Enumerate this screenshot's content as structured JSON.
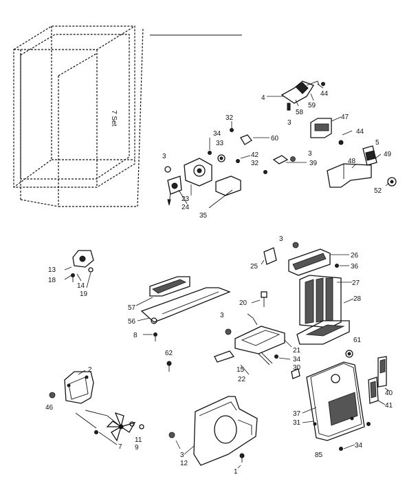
{
  "handwritten_note": "7 Set",
  "labels": [
    {
      "id": "l4a",
      "text": "4"
    },
    {
      "id": "l44a",
      "text": "44"
    },
    {
      "id": "l3a",
      "text": "3"
    },
    {
      "id": "l58",
      "text": "58"
    },
    {
      "id": "l59",
      "text": "59"
    },
    {
      "id": "l47",
      "text": "47"
    },
    {
      "id": "l44b",
      "text": "44"
    },
    {
      "id": "l32a",
      "text": "32"
    },
    {
      "id": "l34a",
      "text": "34"
    },
    {
      "id": "l60",
      "text": "60"
    },
    {
      "id": "l33",
      "text": "33"
    },
    {
      "id": "l3b",
      "text": "3"
    },
    {
      "id": "l42",
      "text": "42"
    },
    {
      "id": "l32b",
      "text": "32"
    },
    {
      "id": "l3c",
      "text": "3"
    },
    {
      "id": "l39",
      "text": "39"
    },
    {
      "id": "l5",
      "text": "5"
    },
    {
      "id": "l49",
      "text": "49"
    },
    {
      "id": "l48",
      "text": "48"
    },
    {
      "id": "l52",
      "text": "52"
    },
    {
      "id": "l23",
      "text": "23"
    },
    {
      "id": "l24",
      "text": "24"
    },
    {
      "id": "l35",
      "text": "35"
    },
    {
      "id": "l3d",
      "text": "3"
    },
    {
      "id": "l26",
      "text": "26"
    },
    {
      "id": "l25",
      "text": "25"
    },
    {
      "id": "l36",
      "text": "36"
    },
    {
      "id": "l27",
      "text": "27"
    },
    {
      "id": "l13",
      "text": "13"
    },
    {
      "id": "l18",
      "text": "18"
    },
    {
      "id": "l14",
      "text": "14"
    },
    {
      "id": "l19",
      "text": "19"
    },
    {
      "id": "l57",
      "text": "57"
    },
    {
      "id": "l20",
      "text": "20"
    },
    {
      "id": "l28",
      "text": "28"
    },
    {
      "id": "l56",
      "text": "56"
    },
    {
      "id": "l3e",
      "text": "3"
    },
    {
      "id": "l8",
      "text": "8"
    },
    {
      "id": "l61",
      "text": "61"
    },
    {
      "id": "l21",
      "text": "21"
    },
    {
      "id": "l34b",
      "text": "34"
    },
    {
      "id": "l62",
      "text": "62"
    },
    {
      "id": "l15",
      "text": "15"
    },
    {
      "id": "l30",
      "text": "30"
    },
    {
      "id": "l22",
      "text": "22"
    },
    {
      "id": "l2",
      "text": "2"
    },
    {
      "id": "l46",
      "text": "46"
    },
    {
      "id": "l40",
      "text": "40"
    },
    {
      "id": "l41",
      "text": "41"
    },
    {
      "id": "l37",
      "text": "37"
    },
    {
      "id": "l31",
      "text": "31"
    },
    {
      "id": "l11",
      "text": "11"
    },
    {
      "id": "l9",
      "text": "9"
    },
    {
      "id": "l7",
      "text": "7"
    },
    {
      "id": "l3f",
      "text": "3"
    },
    {
      "id": "l12",
      "text": "12"
    },
    {
      "id": "l1",
      "text": "1"
    },
    {
      "id": "l85",
      "text": "85"
    },
    {
      "id": "l34c",
      "text": "34"
    }
  ]
}
